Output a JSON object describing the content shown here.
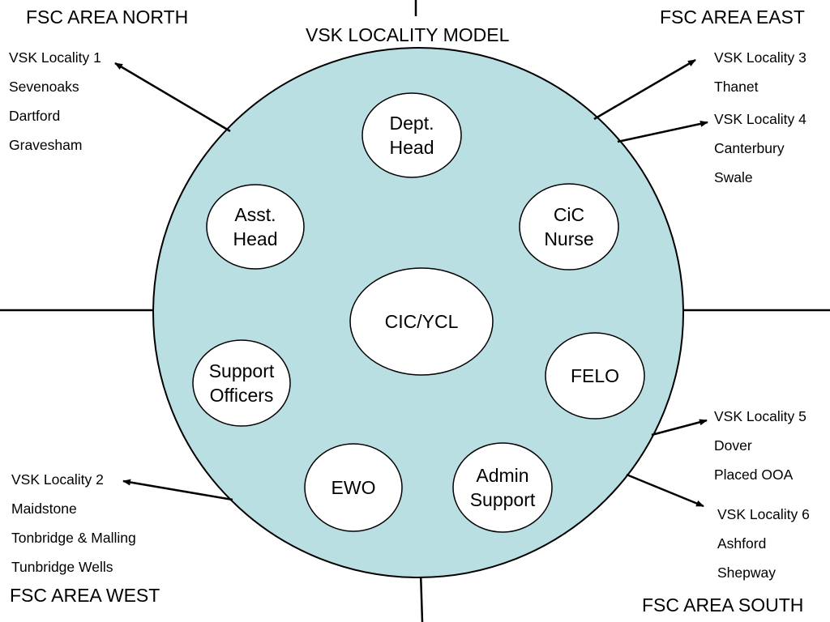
{
  "title": "VSK LOCALITY MODEL",
  "areas": {
    "north": "FSC AREA NORTH",
    "east": "FSC AREA EAST",
    "west": "FSC AREA WEST",
    "south": "FSC AREA SOUTH"
  },
  "localities": {
    "loc1": {
      "name": "VSK Locality 1",
      "places": [
        "Sevenoaks",
        "Dartford",
        "Gravesham"
      ]
    },
    "loc2": {
      "name": "VSK Locality 2",
      "places": [
        "Maidstone",
        "Tonbridge & Malling",
        "Tunbridge Wells"
      ]
    },
    "loc3": {
      "name": "VSK Locality 3",
      "places": [
        "Thanet"
      ]
    },
    "loc4": {
      "name": "VSK Locality 4",
      "places": [
        "Canterbury",
        "Swale"
      ]
    },
    "loc5": {
      "name": "VSK Locality 5",
      "places": [
        "Dover",
        "Placed OOA"
      ]
    },
    "loc6": {
      "name": "VSK Locality 6",
      "places": [
        "Ashford",
        "Shepway"
      ]
    }
  },
  "roles": {
    "center": "CIC/YCL",
    "dept_head": "Dept.\nHead",
    "asst_head": "Asst.\nHead",
    "cic_nurse": "CiC\nNurse",
    "support_officers": "Support\nOfficers",
    "felo": "FELO",
    "ewo": "EWO",
    "admin_support": "Admin\nSupport"
  },
  "colors": {
    "big_circle_fill": "#b9dfe3",
    "node_fill": "#ffffff",
    "stroke": "#000000"
  }
}
